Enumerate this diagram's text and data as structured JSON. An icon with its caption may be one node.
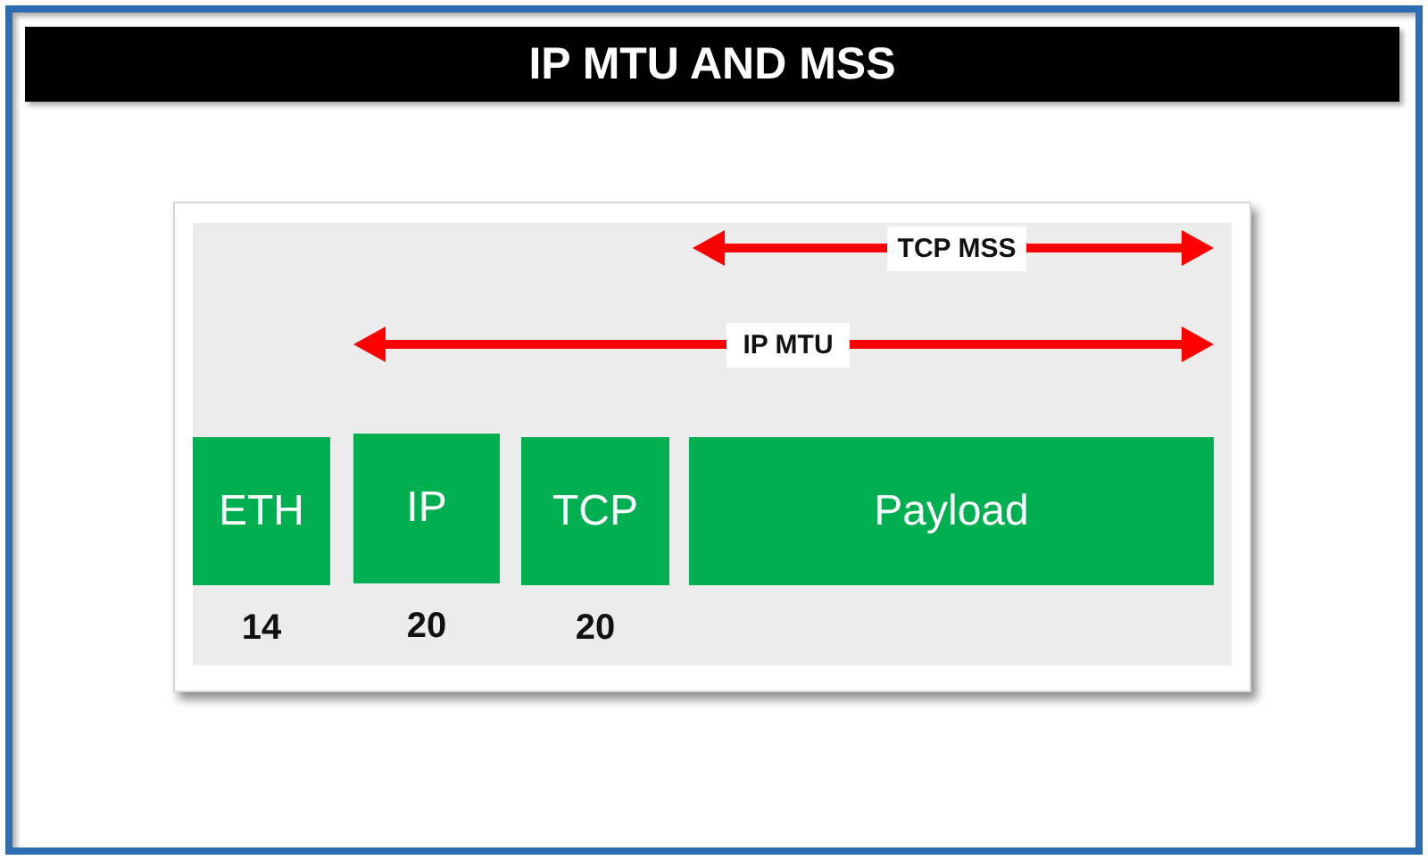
{
  "diagram": {
    "title": "IP MTU AND MSS",
    "nodes": [
      {
        "text": [
          "ETH"
        ],
        "beside": [
          "14"
        ]
      },
      {
        "text": [
          "IP"
        ],
        "beside": [
          "20"
        ]
      },
      {
        "text": [
          "TCP"
        ],
        "beside": [
          "20"
        ]
      },
      {
        "text": [
          "Payload"
        ]
      }
    ],
    "labels": [
      "TCP MSS",
      "IP MTU"
    ]
  }
}
